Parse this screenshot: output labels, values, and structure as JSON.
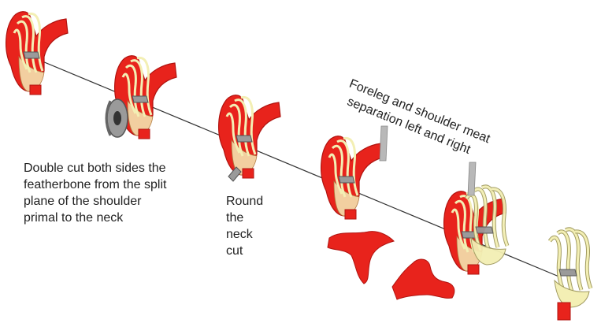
{
  "labels": {
    "double_cut": [
      "Double cut both sides the",
      "featherbone from the split",
      "plane of the shoulder",
      "primal to the neck"
    ],
    "round_neck": [
      "Round",
      "the",
      "neck",
      "cut"
    ],
    "foreleg": [
      "Foreleg and shoulder meat",
      "separation left and right"
    ]
  },
  "colors": {
    "meat": "#e8231c",
    "meat_dark": "#b01410",
    "bone": "#f3efb4",
    "bone_outline": "#a09a60",
    "cartilage": "#f2cfa0",
    "blade": "#9a9a9a",
    "blade_dark": "#555555",
    "axis_line": "#333333"
  }
}
